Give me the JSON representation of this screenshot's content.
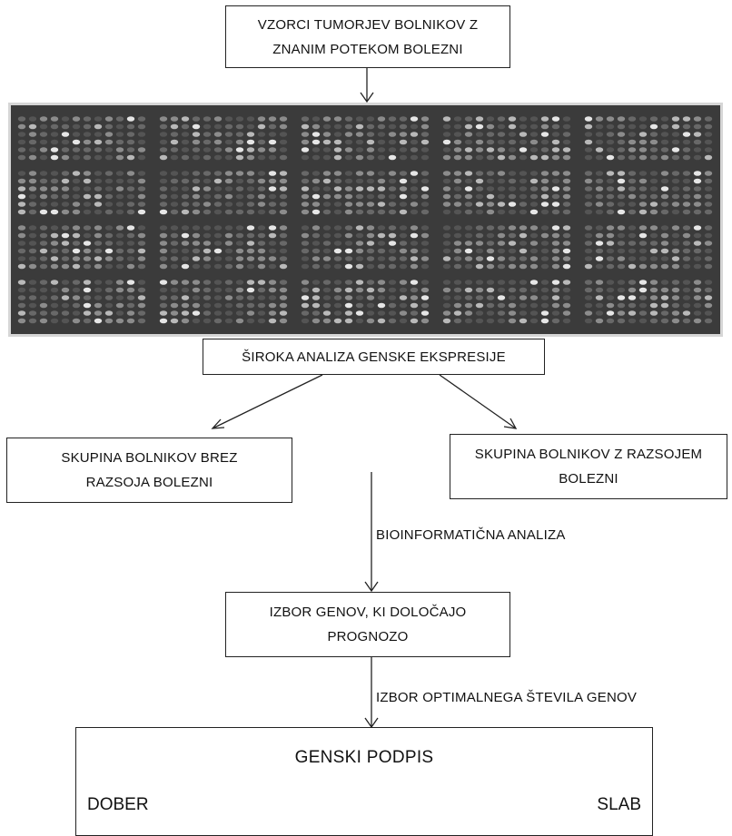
{
  "steps": {
    "samples": [
      "VZORCI TUMORJEV BOLNIKOV Z",
      "ZNANIM POTEKOM BOLEZNI"
    ],
    "analysis": "ŠIROKA ANALIZA GENSKE EKSPRESIJE",
    "group_no_progression": [
      "SKUPINA BOLNIKOV BREZ",
      "RAZSOJA BOLEZNI"
    ],
    "group_progression": [
      "SKUPINA BOLNIKOV Z RAZSOJEM",
      "BOLEZNI"
    ],
    "bioinformatics_label": "BIOINFORMATIČNA ANALIZA",
    "gene_selection": [
      "IZBOR GENOV, KI DOLOČAJO",
      "PROGNOZO"
    ],
    "optimal_label": "IZBOR OPTIMALNEGA ŠTEVILA GENOV",
    "signature": {
      "title": "GENSKI PODPIS",
      "good": "DOBER",
      "poor": "SLAB"
    }
  },
  "colors": {
    "microarray_bg": "#3b3b3b",
    "microarray_border": "#d6d6d6",
    "line": "#222222"
  }
}
